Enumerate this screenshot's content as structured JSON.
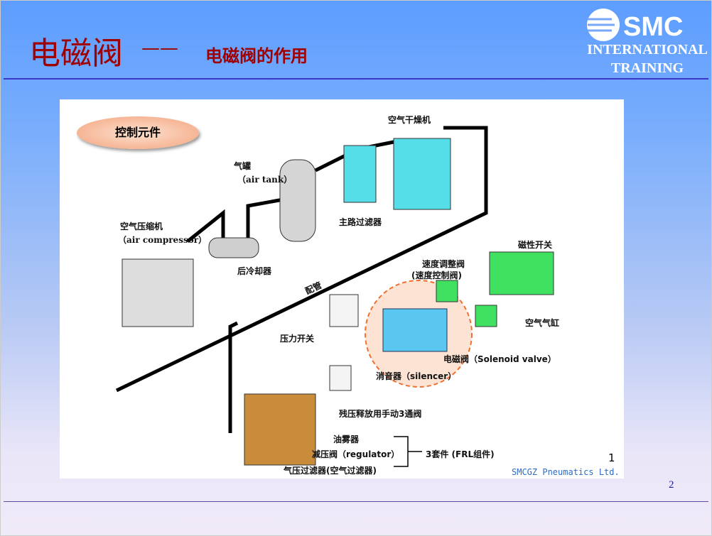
{
  "header": {
    "title_main": "电磁阀",
    "title_dash": "——",
    "title_sub": "电磁阀的作用"
  },
  "logo": {
    "brand": "SMC",
    "line1": "INTERNATIONAL",
    "line2": "TRAINING"
  },
  "page_number": "2",
  "figure": {
    "badge": "控制元件",
    "labels": {
      "dryer": "空气干燥机",
      "tank": "气罐",
      "tank_en": "（air tank）",
      "main_filter": "主路过滤器",
      "compressor": "空气压缩机",
      "compressor_en": "（air compressor）",
      "aftercooler": "后冷却器",
      "piping": "配管",
      "magnetic_switch": "磁性开关",
      "speed_valve": "速度调整阀",
      "speed_valve2": "(速度控制阀)",
      "cylinder": "空气气缸",
      "pressure_switch": "压力开关",
      "solenoid": "电磁阀（Solenoid valve）",
      "silencer": "消音器（silencer）",
      "manual_valve": "残压释放用手动3通阀",
      "lubricator": "油雾器",
      "regulator": "减压阀（regulator）",
      "air_filter": "气压过滤器(空气过滤器)",
      "frl": "3套件 (FRL组件)"
    },
    "slide_num": "1",
    "footer": "SMCGZ  Pneumatics  Ltd."
  }
}
